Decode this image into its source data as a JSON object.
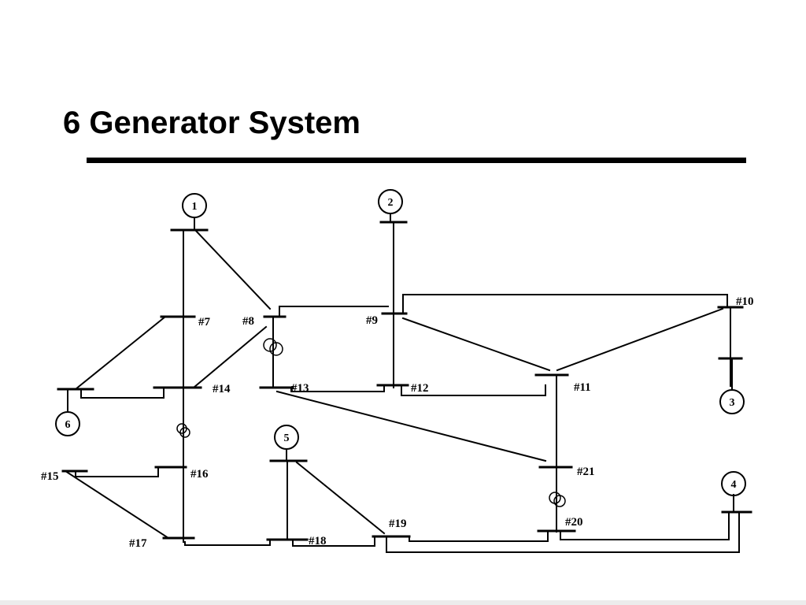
{
  "slide": {
    "title": "6 Generator System"
  },
  "diagram": {
    "generators": [
      {
        "id": "gen-1",
        "label": "1"
      },
      {
        "id": "gen-2",
        "label": "2"
      },
      {
        "id": "gen-3",
        "label": "3"
      },
      {
        "id": "gen-4",
        "label": "4"
      },
      {
        "id": "gen-5",
        "label": "5"
      },
      {
        "id": "gen-6",
        "label": "6"
      }
    ],
    "buses": [
      {
        "id": "bus-7",
        "label": "#7"
      },
      {
        "id": "bus-8",
        "label": "#8"
      },
      {
        "id": "bus-9",
        "label": "#9"
      },
      {
        "id": "bus-10",
        "label": "#10"
      },
      {
        "id": "bus-11",
        "label": "#11"
      },
      {
        "id": "bus-12",
        "label": "#12"
      },
      {
        "id": "bus-13",
        "label": "#13"
      },
      {
        "id": "bus-14",
        "label": "#14"
      },
      {
        "id": "bus-15",
        "label": "#15"
      },
      {
        "id": "bus-16",
        "label": "#16"
      },
      {
        "id": "bus-17",
        "label": "#17"
      },
      {
        "id": "bus-18",
        "label": "#18"
      },
      {
        "id": "bus-19",
        "label": "#19"
      },
      {
        "id": "bus-20",
        "label": "#20"
      },
      {
        "id": "bus-21",
        "label": "#21"
      }
    ]
  }
}
